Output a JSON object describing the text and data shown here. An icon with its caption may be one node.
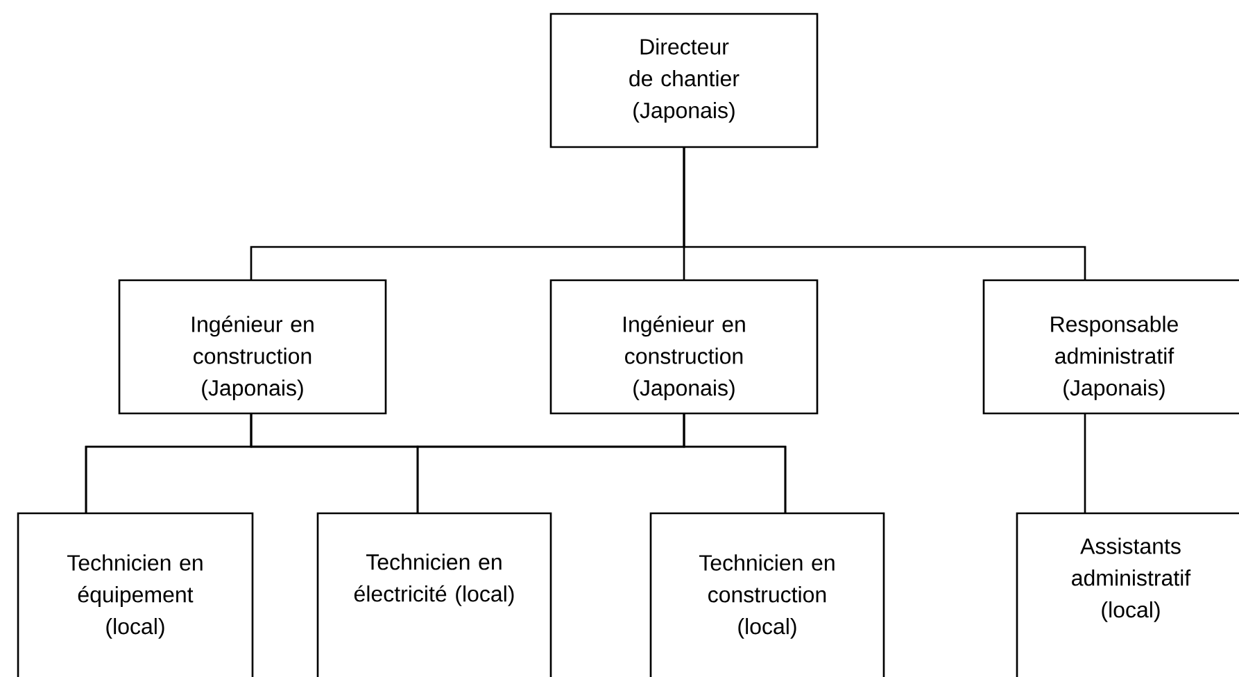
{
  "diagram": {
    "nodes": [
      {
        "text": [
          "Directeur de chantier (Japonais)"
        ]
      },
      {
        "text": [
          "Ingénieur en construction (Japonais)"
        ]
      },
      {
        "text": [
          "Ingénieur en construction (Japonais)"
        ]
      },
      {
        "text": [
          "Responsable administratif (Japonais)"
        ]
      },
      {
        "text": [
          "Technicien en équipement (local)"
        ]
      },
      {
        "text": [
          "Technicien en électricité (local)"
        ]
      },
      {
        "text": [
          "Technicien en construction (local)"
        ]
      },
      {
        "text": [
          "Assistants administratif (local)"
        ]
      }
    ],
    "edges": [
      {
        "from": 0,
        "to": 1,
        "arrow": "none"
      },
      {
        "from": 0,
        "to": 2,
        "arrow": "none"
      },
      {
        "from": 0,
        "to": 3,
        "arrow": "none"
      },
      {
        "from": 1,
        "to": 4,
        "arrow": "none"
      },
      {
        "from": 1,
        "to": 5,
        "arrow": "none"
      },
      {
        "from": 1,
        "to": 6,
        "arrow": "none"
      },
      {
        "from": 2,
        "to": 4,
        "arrow": "none"
      },
      {
        "from": 2,
        "to": 5,
        "arrow": "none"
      },
      {
        "from": 2,
        "to": 6,
        "arrow": "none"
      },
      {
        "from": 3,
        "to": 7,
        "arrow": "none"
      }
    ]
  }
}
